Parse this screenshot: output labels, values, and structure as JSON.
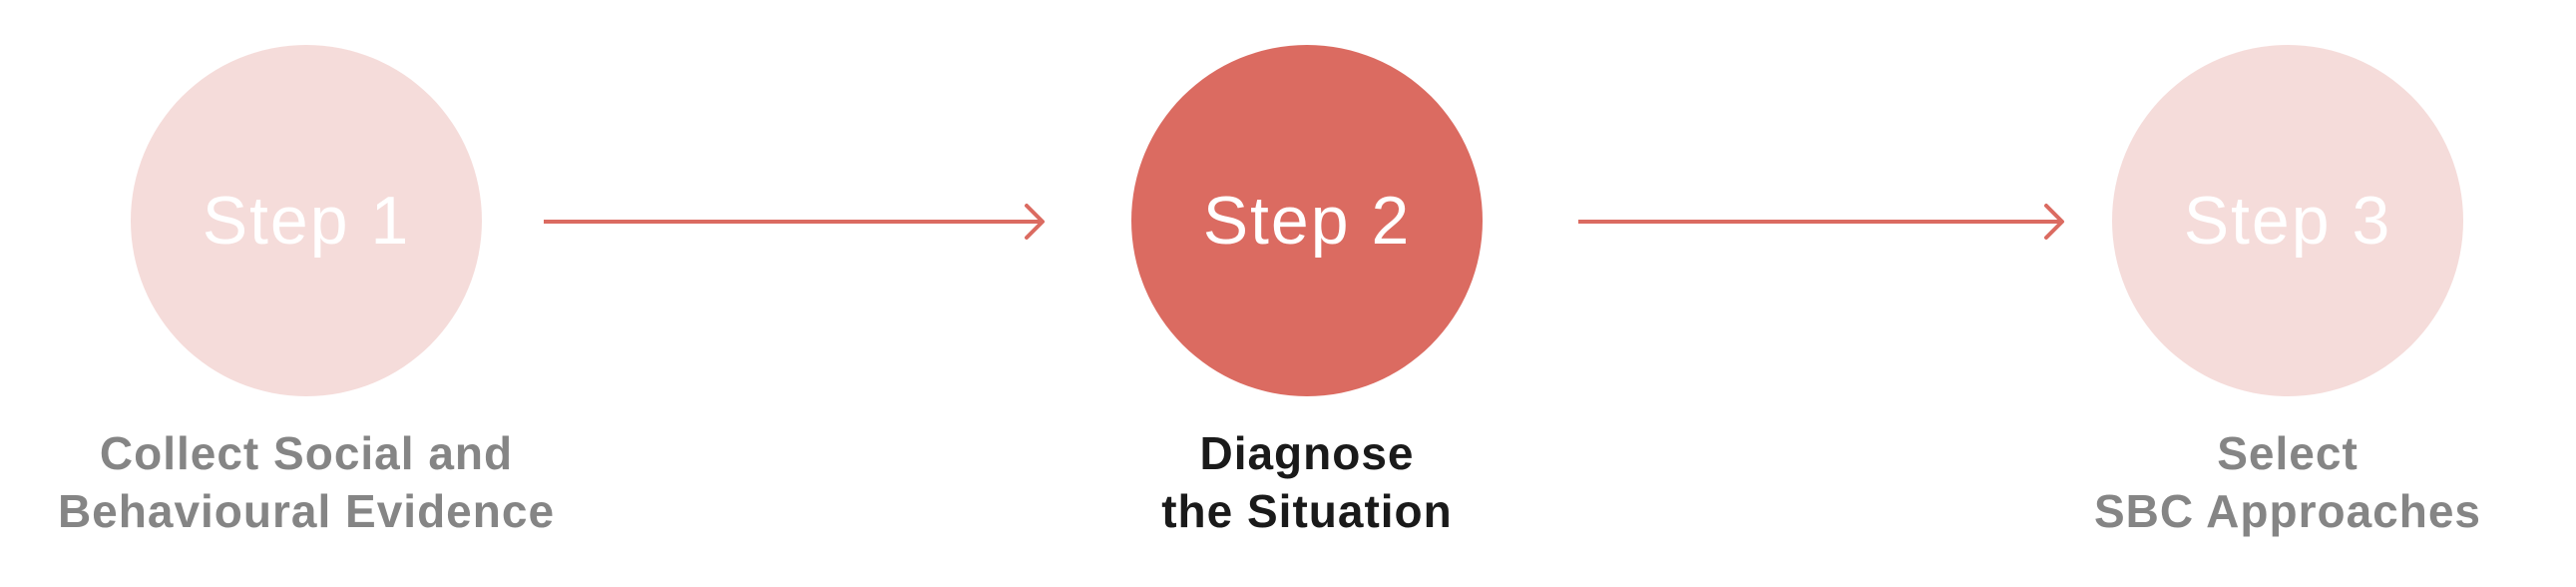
{
  "steps": [
    {
      "label": "Step 1",
      "caption_line1": "Collect Social and",
      "caption_line2": "Behavioural Evidence",
      "active": false
    },
    {
      "label": "Step 2",
      "caption_line1": "Diagnose",
      "caption_line2": "the Situation",
      "active": true
    },
    {
      "label": "Step 3",
      "caption_line1": "Select",
      "caption_line2": "SBC Approaches",
      "active": false
    }
  ],
  "colors": {
    "active_circle": "#db6b61",
    "inactive_circle": "#f5dcda",
    "arrow": "#db6b61",
    "active_caption": "#1a1a1a",
    "inactive_caption": "#858585"
  }
}
